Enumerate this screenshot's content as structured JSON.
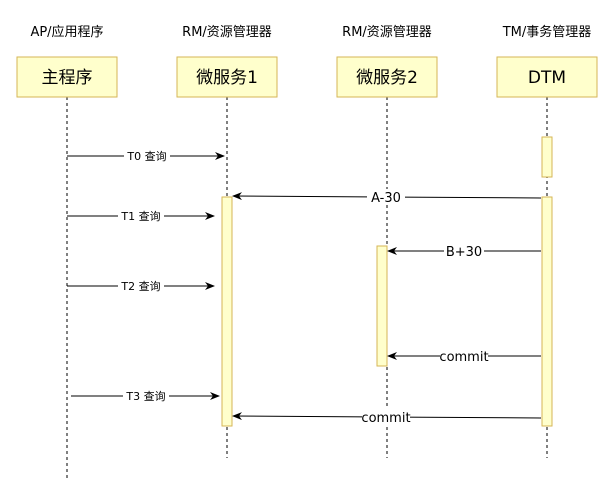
{
  "diagram": {
    "participants": [
      {
        "role": "AP/应用程序",
        "name": "主程序"
      },
      {
        "role": "RM/资源管理器",
        "name": "微服务1"
      },
      {
        "role": "RM/资源管理器",
        "name": "微服务2"
      },
      {
        "role": "TM/事务管理器",
        "name": "DTM"
      }
    ],
    "messages": [
      {
        "label": "T0 查询",
        "from": "主程序",
        "to": "微服务1"
      },
      {
        "label": "A-30",
        "from": "DTM",
        "to": "微服务1"
      },
      {
        "label": "T1 查询",
        "from": "主程序",
        "to": "微服务1"
      },
      {
        "label": "B+30",
        "from": "DTM",
        "to": "微服务2"
      },
      {
        "label": "T2 查询",
        "from": "主程序",
        "to": "微服务1"
      },
      {
        "label": "commit",
        "from": "DTM",
        "to": "微服务2"
      },
      {
        "label": "T3 查询",
        "from": "主程序",
        "to": "微服务1"
      },
      {
        "label": "commit",
        "from": "DTM",
        "to": "微服务1"
      }
    ],
    "colors": {
      "box_fill": "#ffffcc",
      "box_stroke": "#d6b656",
      "line": "#000000"
    }
  }
}
